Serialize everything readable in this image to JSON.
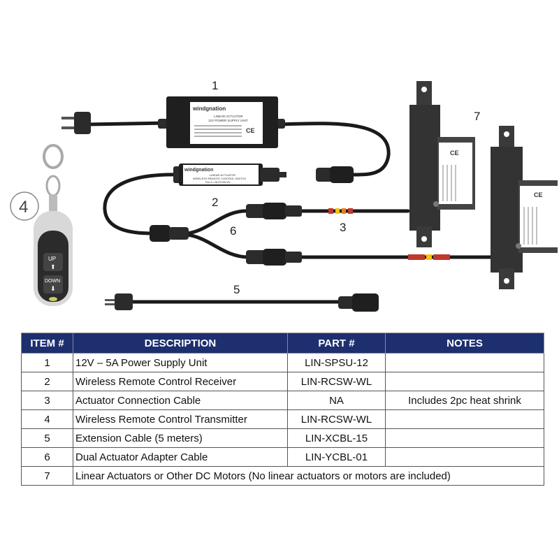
{
  "callouts": {
    "item1": "1",
    "item2": "2",
    "item3": "3",
    "item4": "4",
    "item5": "5",
    "item6": "6",
    "item7": "7"
  },
  "devices": {
    "brand": "windgnation",
    "psu_title": "LINEAR ACTUATOR",
    "psu_subtitle": "12V POWER SUPPLY UNIT",
    "receiver_title": "LINEAR ACTUATOR",
    "receiver_subtitle": "WIRELESS REMOTE CONTROL SWITCH",
    "receiver_part": "Part #: LIN-RCSW-WL",
    "remote_up": "UP",
    "remote_down": "DOWN"
  },
  "table": {
    "headers": [
      "ITEM #",
      "DESCRIPTION",
      "PART #",
      "NOTES"
    ],
    "rows": [
      {
        "item": "1",
        "description": "12V – 5A Power Supply Unit",
        "part": "LIN-SPSU-12",
        "notes": ""
      },
      {
        "item": "2",
        "description": "Wireless Remote Control Receiver",
        "part": "LIN-RCSW-WL",
        "notes": ""
      },
      {
        "item": "3",
        "description": "Actuator Connection Cable",
        "part": "NA",
        "notes": "Includes 2pc heat shrink"
      },
      {
        "item": "4",
        "description": "Wireless Remote Control Transmitter",
        "part": "LIN-RCSW-WL",
        "notes": ""
      },
      {
        "item": "5",
        "description": "Extension Cable (5 meters)",
        "part": "LIN-XCBL-15",
        "notes": ""
      },
      {
        "item": "6",
        "description": "Dual Actuator Adapter Cable",
        "part": "LIN-YCBL-01",
        "notes": ""
      },
      {
        "item": "7",
        "description": "Linear Actuators or Other DC Motors  (No linear actuators or motors are included)",
        "part": "",
        "notes": ""
      }
    ]
  },
  "colors": {
    "header_bg": "#1d2f6f",
    "cable": "#1a1a1a",
    "device_dark": "#2b2b2b",
    "heat_shrink_red": "#c0392b",
    "heat_shrink_yellow": "#f1c40f"
  }
}
